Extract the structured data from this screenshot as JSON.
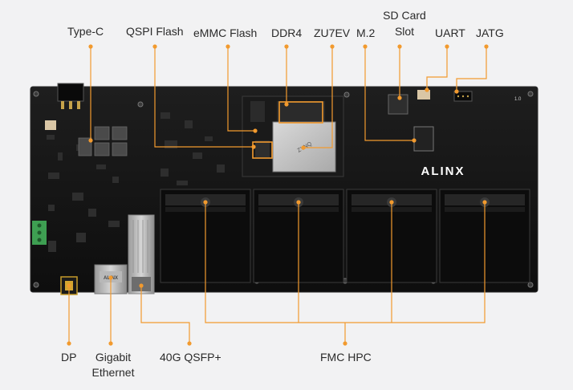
{
  "labels": {
    "type_c": "Type-C",
    "qspi_flash": "QSPI Flash",
    "emmc_flash": "eMMC Flash",
    "ddr4": "DDR4",
    "zu7ev": "ZU7EV",
    "m2": "M.2",
    "sd_card_l1": "SD Card",
    "sd_card_l2": "Slot",
    "uart": "UART",
    "jatg": "JATG",
    "dp": "DP",
    "gige_l1": "Gigabit",
    "gige_l2": "Ethernet",
    "qsfp": "40G QSFP+",
    "fmc_hpc": "FMC HPC"
  },
  "board": {
    "brand": "ALINX",
    "version": "1.0",
    "chip_text": "ZYNQ"
  },
  "colors": {
    "leader_line": "#f29a2e",
    "board": "#141414",
    "background": "#f2f2f3"
  }
}
